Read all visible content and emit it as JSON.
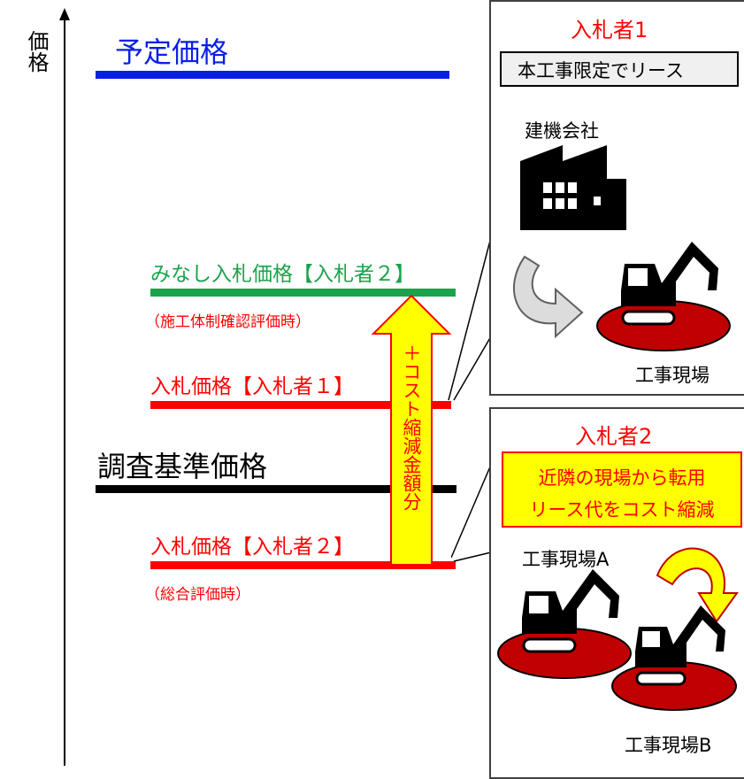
{
  "axis": {
    "label": "価格"
  },
  "levels": {
    "yotei": {
      "label": "予定価格",
      "color": "#0a1fe6"
    },
    "minashi": {
      "label": "みなし入札価格【入札者２】",
      "note": "（施工体制確認評価時）",
      "color": "#1aa34a"
    },
    "bid1": {
      "label": "入札価格【入札者１】",
      "color": "#ff0000"
    },
    "chosa": {
      "label": "調査基準価格",
      "color": "#000000"
    },
    "bid2": {
      "label": "入札価格【入札者２】",
      "note": "（総合評価時）",
      "color": "#ff0000"
    }
  },
  "arrow": {
    "label": "＋コスト縮減金額分",
    "fill": "#ffff00",
    "stroke": "#ff0000"
  },
  "panel1": {
    "title": "入札者1",
    "box": "本工事限定でリース",
    "company": "建機会社",
    "site": "工事現場"
  },
  "panel2": {
    "title": "入札者2",
    "callout_line1": "近隣の現場から転用",
    "callout_line2": "リース代をコスト縮減",
    "site_a": "工事現場A",
    "site_b": "工事現場B"
  },
  "icons": [
    "building-icon",
    "excavator-icon",
    "curved-arrow-icon"
  ]
}
